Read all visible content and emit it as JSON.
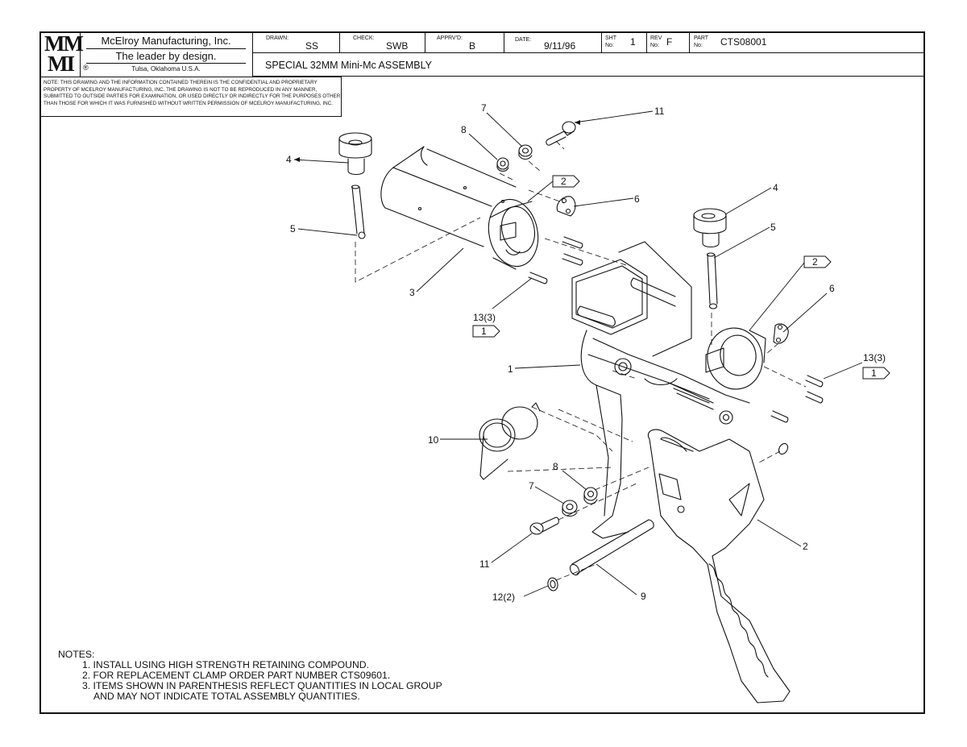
{
  "title_block": {
    "logo_top": "MM",
    "logo_bottom": "MI",
    "company_name": "McElroy Manufacturing, Inc.",
    "slogan": "The leader by design.",
    "location": "Tulsa, Oklahoma U.S.A.",
    "registered_mark": "®",
    "drawn_label": "DRAWN:",
    "drawn_value": "SS",
    "check_label": "CHECK:",
    "check_value": "SWB",
    "approved_label": "APPRV'D:",
    "approved_value": "B",
    "date_label": "DATE:",
    "date_value": "9/11/96",
    "sheet_label_1": "SHT",
    "sheet_label_2": "No:",
    "sheet_value": "1",
    "rev_label_1": "REV",
    "rev_label_2": "No:",
    "rev_value": "F",
    "part_label_1": "PART",
    "part_label_2": "No:",
    "part_value": "CTS08001",
    "drawing_title": "SPECIAL 32MM Mini-Mc ASSEMBLY"
  },
  "confidential_notice": [
    "NOTE: THIS DRAWING AND THE INFORMATION CONTAINED THEREIN IS THE CONFIDENTIAL AND PROPRIETARY",
    "PROPERTY OF McElroy Manufacturing, Inc. THE DRAWING IS NOT TO BE REPRODUCED IN ANY MANNER,",
    "SUBMITTED TO OUTSIDE PARTIES FOR EXAMINATION, OR USED DIRECTLY OR INDIRECTLY FOR THE PURPOSES OTHER",
    "THAN THOSE FOR WHICH IT WAS FURNISHED WITHOUT WRITTEN PERMISSION OF McElroy Manufacturing, Inc."
  ],
  "callouts": {
    "c11_top": "11",
    "c7_top": "7",
    "c8_top": "8",
    "c4_left": "4",
    "c5_left": "5",
    "c3": "3",
    "c2_tag_left": "2",
    "c6_left": "6",
    "c13_left": "13(3)",
    "c1_tag_left": "1",
    "c4_right": "4",
    "c5_right": "5",
    "c2_tag_right": "2",
    "c6_right": "6",
    "c13_right": "13(3)",
    "c1_tag_right": "1",
    "c1": "1",
    "c10": "10",
    "c8_low": "8",
    "c7_low": "7",
    "c11_low": "11",
    "c12": "12(2)",
    "c9": "9",
    "c2_grip": "2"
  },
  "notes": {
    "heading": "NOTES:",
    "items": [
      "1. INSTALL USING HIGH STRENGTH RETAINING COMPOUND.",
      "2. FOR REPLACEMENT CLAMP ORDER PART NUMBER CTS09601.",
      "3. ITEMS SHOWN IN PARENTHESIS REFLECT QUANTITIES IN LOCAL GROUP",
      "AND MAY NOT INDICATE TOTAL ASSEMBLY QUANTITIES."
    ]
  },
  "colors": {
    "line": "#111111",
    "paper": "#ffffff"
  }
}
